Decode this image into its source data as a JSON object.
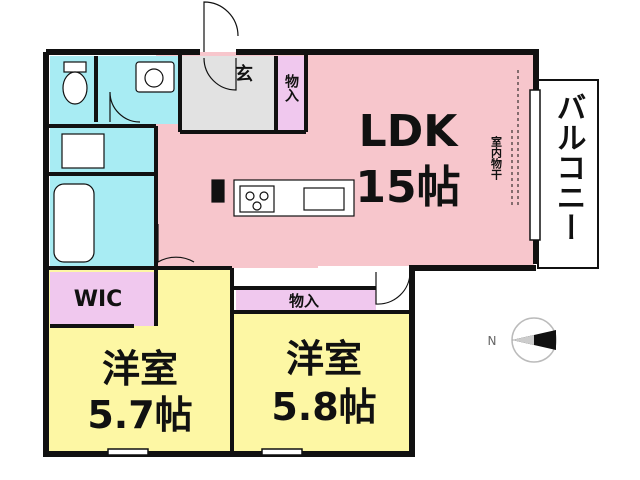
{
  "rooms": {
    "ldk_name": "LDK",
    "ldk_size": "15帖",
    "western1_name": "洋室",
    "western1_size": "5.7帖",
    "western2_name": "洋室",
    "western2_size": "5.8帖",
    "wic": "WIC",
    "entrance": "玄",
    "storage_top": "物入",
    "storage_mid": "物入",
    "balcony": "バルコニー",
    "indoor_drying": "室内物干",
    "compass": "N"
  },
  "colors": {
    "ldk": "#f7c6cc",
    "western": "#fdf7a4",
    "wic": "#f0c8ee",
    "bath": "#a8ecf3",
    "entrance": "#dcd6cc",
    "hall": "#e2e2e2",
    "wall": "#111111"
  }
}
